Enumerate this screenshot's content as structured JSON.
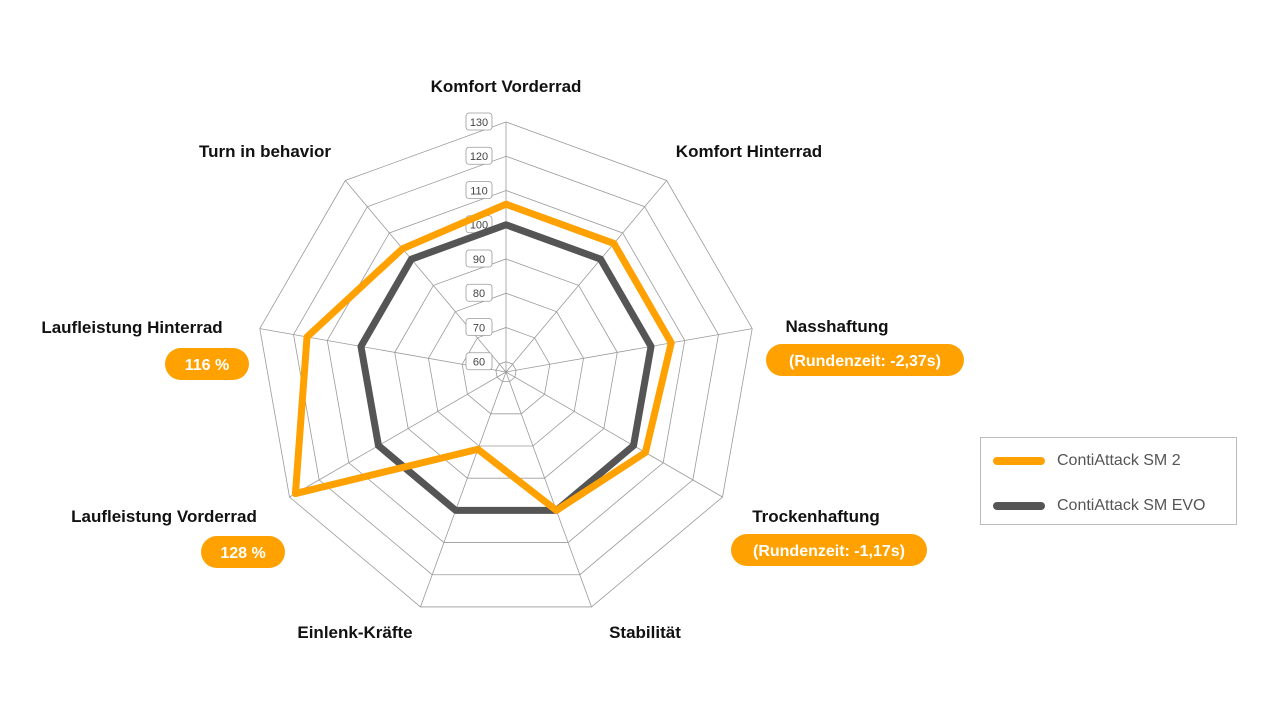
{
  "chart_data": {
    "type": "radar",
    "axes": [
      "Komfort Vorderrad",
      "Komfort Hinterrad",
      "Nasshaftung",
      "Trockenhaftung",
      "Stabilität",
      "Einlenk-Kräfte",
      "Laufleistung Vorderrad",
      "Laufleistung Hinterrad",
      "Turn in  behavior"
    ],
    "axis_badges": {
      "Nasshaftung": "(Rundenzeit: -2,37s)",
      "Trockenhaftung": "(Rundenzeit: -1,17s)",
      "Laufleistung Vorderrad": "128 %",
      "Laufleistung Hinterrad": "116 %"
    },
    "range": [
      57,
      130
    ],
    "ticks": [
      60,
      70,
      80,
      90,
      100,
      110,
      120,
      130
    ],
    "series": [
      {
        "name": "ContiAttack SM 2",
        "color": "#FFA100",
        "values": [
          106,
          106,
          106,
          104,
          100,
          81,
          128,
          116,
          104
        ]
      },
      {
        "name": "ContiAttack SM EVO",
        "color": "#555555",
        "values": [
          100,
          100,
          100,
          100,
          100,
          100,
          100,
          100,
          100
        ]
      }
    ],
    "grid": true,
    "legend_position": "right"
  },
  "colors": {
    "accent": "#FFA100",
    "grid": "#9a9a9a",
    "text": "#111111"
  }
}
